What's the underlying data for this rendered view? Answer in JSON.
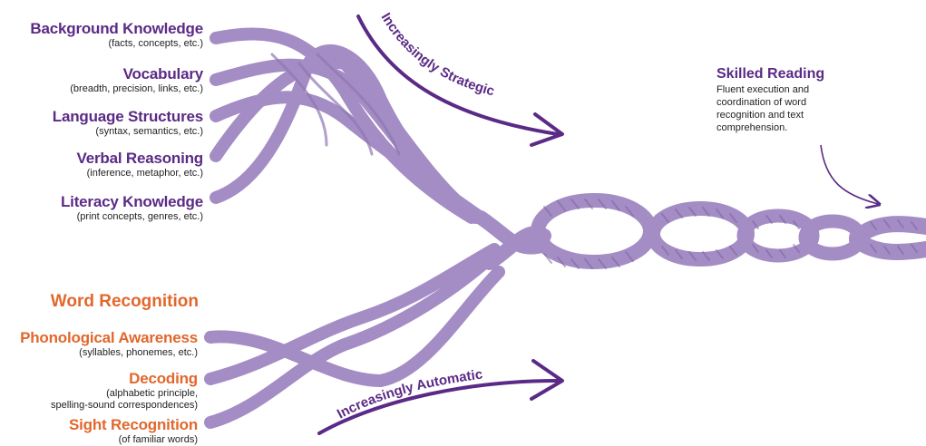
{
  "language_comprehension": {
    "strands": [
      {
        "title": "Background Knowledge",
        "subtitle": "(facts, concepts, etc.)"
      },
      {
        "title": "Vocabulary",
        "subtitle": "(breadth, precision, links, etc.)"
      },
      {
        "title": "Language Structures",
        "subtitle": "(syntax, semantics, etc.)"
      },
      {
        "title": "Verbal Reasoning",
        "subtitle": "(inference, metaphor, etc.)"
      },
      {
        "title": "Literacy Knowledge",
        "subtitle": "(print concepts, genres, etc.)"
      }
    ],
    "arrow_label": "Increasingly Strategic"
  },
  "word_recognition": {
    "heading": "Word Recognition",
    "strands": [
      {
        "title": "Phonological Awareness",
        "subtitle": "(syllables, phonemes, etc.)"
      },
      {
        "title": "Decoding",
        "subtitle": "(alphabetic principle, spelling-sound correspondences)",
        "subtitle_lines": [
          "(alphabetic principle,",
          "spelling-sound correspondences)"
        ]
      },
      {
        "title": "Sight Recognition",
        "subtitle": "(of familiar words)"
      }
    ],
    "arrow_label": "Increasingly Automatic"
  },
  "skilled_reading": {
    "title": "Skilled Reading",
    "description_lines": [
      "Fluent execution and",
      "coordination of word",
      "recognition and text",
      "comprehension."
    ]
  },
  "colors": {
    "rope": "#a48cc4",
    "rope_shadow": "#7d66a3",
    "purple": "#5b2a86",
    "orange": "#e2672c"
  }
}
